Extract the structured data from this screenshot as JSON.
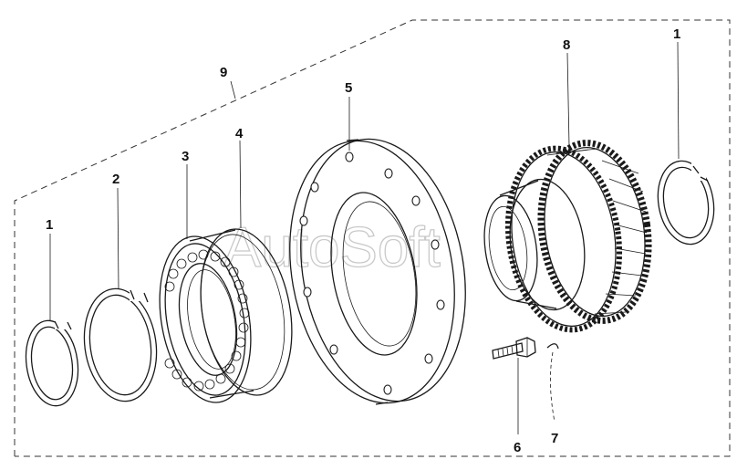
{
  "watermark": "AutoSoft",
  "callouts": {
    "c1_left": "1",
    "c1_right": "1",
    "c2": "2",
    "c3": "3",
    "c4": "4",
    "c5": "5",
    "c6": "6",
    "c7": "7",
    "c8": "8",
    "c9": "9"
  },
  "colors": {
    "line": "#1a1a1a",
    "watermark": "#c9c9c9",
    "background": "#ffffff"
  }
}
